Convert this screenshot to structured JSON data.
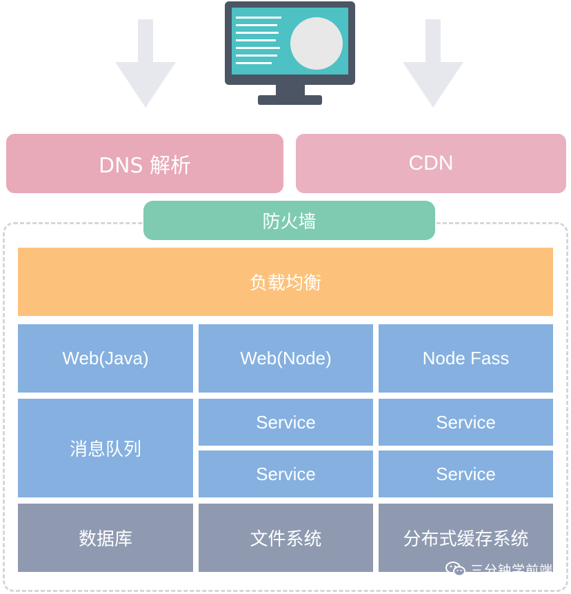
{
  "colors": {
    "dns": "#e8a9b8",
    "cdn": "#eab1c0",
    "firewall": "#7ecbb1",
    "load_balancer": "#fcc27b",
    "app": "#85b0e0",
    "storage": "#8f9ab1",
    "monitor_screen": "#4dc1c3",
    "monitor_body": "#4b5563"
  },
  "top": {
    "dns_label": "DNS 解析",
    "cdn_label": "CDN"
  },
  "firewall_label": "防火墙",
  "load_balancer_label": "负载均衡",
  "app_layer": [
    "Web(Java)",
    "Web(Node)",
    "Node Fass"
  ],
  "mq_label": "消息队列",
  "services": [
    "Service",
    "Service",
    "Service",
    "Service"
  ],
  "storage_layer": [
    "数据库",
    "文件系统",
    "分布式缓存系统"
  ],
  "watermark": "三分钟学前端",
  "icons": [
    "monitor-icon",
    "down-arrow-icon",
    "wechat-icon"
  ]
}
